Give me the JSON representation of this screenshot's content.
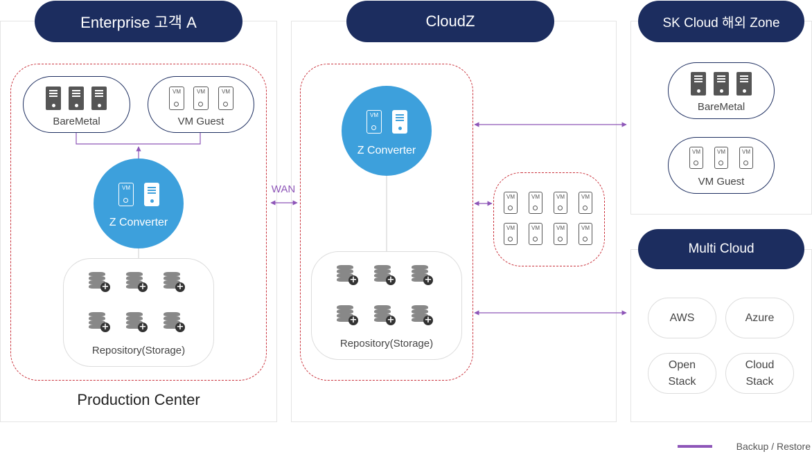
{
  "enterprise": {
    "title": "Enterprise 고객 A",
    "baremetal_label": "BareMetal",
    "vmguest_label": "VM Guest",
    "converter_label": "Z Converter",
    "repository_label": "Repository(Storage)",
    "footer": "Production Center"
  },
  "wan_label": "WAN",
  "cloudz": {
    "title": "CloudZ",
    "converter_label": "Z Converter",
    "repository_label": "Repository(Storage)"
  },
  "skcloud": {
    "title": "SK Cloud 해외 Zone",
    "baremetal_label": "BareMetal",
    "vmguest_label": "VM Guest"
  },
  "multicloud": {
    "title": "Multi Cloud",
    "providers": [
      {
        "line1": "AWS",
        "line2": ""
      },
      {
        "line1": "Azure",
        "line2": ""
      },
      {
        "line1": "Open",
        "line2": "Stack"
      },
      {
        "line1": "Cloud",
        "line2": "Stack"
      }
    ]
  },
  "vm_tag": "VM",
  "legend": {
    "label": "Backup / Restore"
  },
  "colors": {
    "navy": "#1c2d5f",
    "accent_blue": "#3da0dc",
    "backup_purple": "#8e56b8",
    "dash_red": "#c9303a",
    "server_gray": "#555555"
  }
}
